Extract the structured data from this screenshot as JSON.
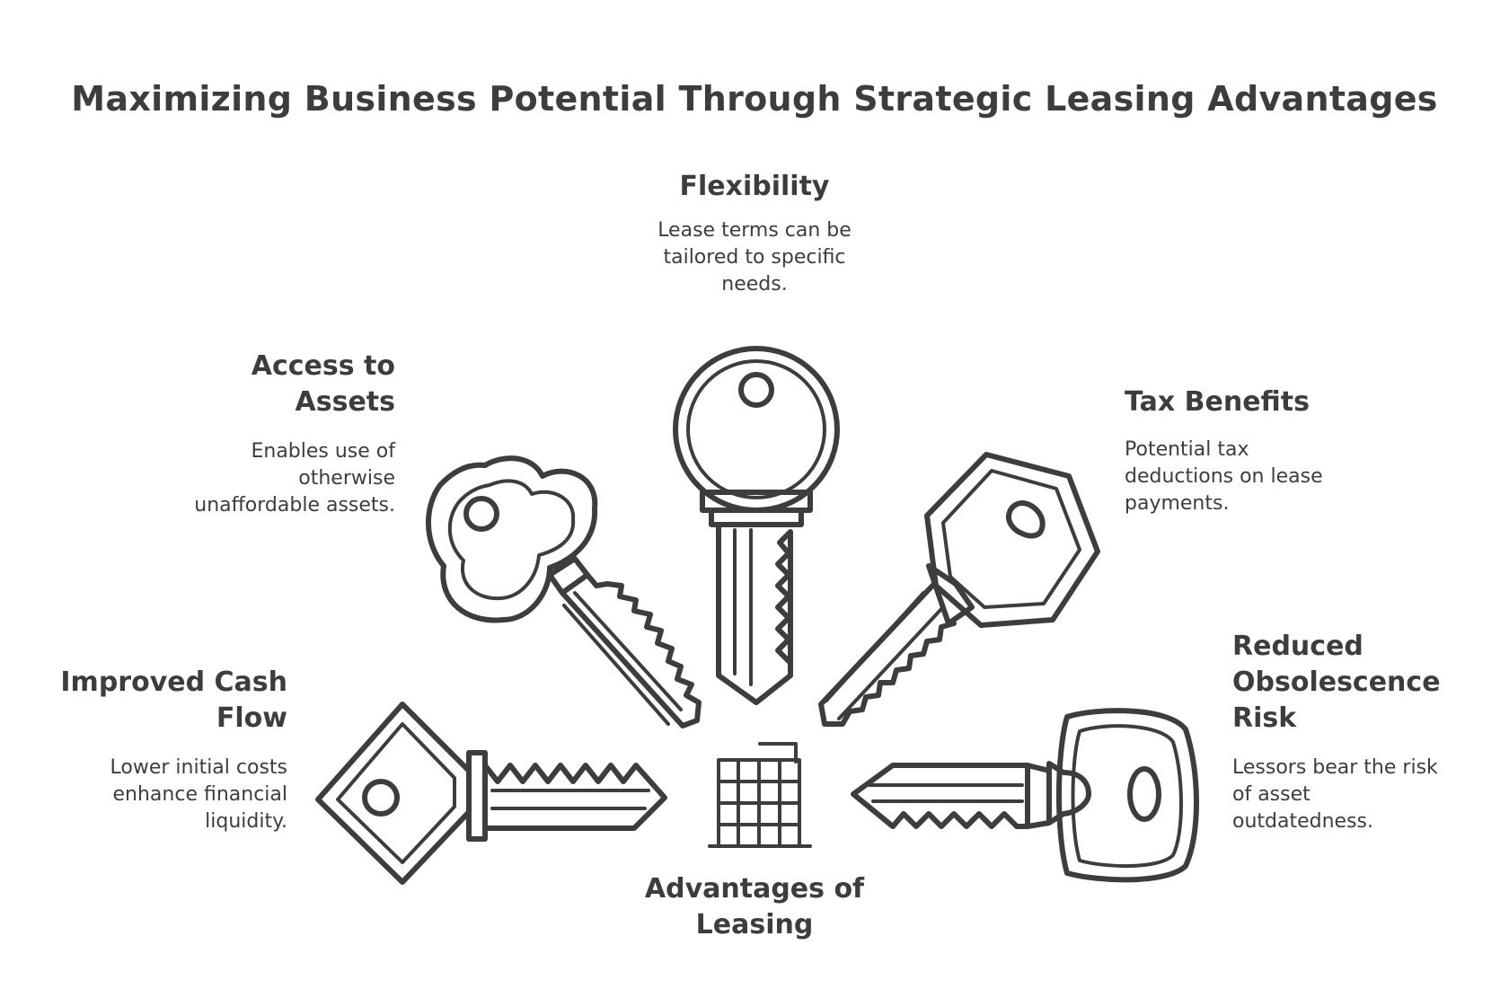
{
  "title": "Maximizing Business Potential Through Strategic Leasing Advantages",
  "center": {
    "label": "Advantages of\nLeasing",
    "icon": "office-building-icon"
  },
  "advantages": [
    {
      "id": "flexibility",
      "heading": "Flexibility",
      "description": "Lease terms can be\ntailored to specific\nneeds.",
      "icon": "key-round-head-icon"
    },
    {
      "id": "access-to-assets",
      "heading": "Access to\nAssets",
      "description": "Enables use of\notherwise\nunaffordable assets.",
      "icon": "key-clover-head-icon"
    },
    {
      "id": "tax-benefits",
      "heading": "Tax Benefits",
      "description": "Potential tax\ndeductions on lease\npayments.",
      "icon": "key-hexagon-head-icon"
    },
    {
      "id": "improved-cash-flow",
      "heading": "Improved Cash\nFlow",
      "description": "Lower initial costs\nenhance financial\nliquidity.",
      "icon": "key-diamond-head-icon"
    },
    {
      "id": "reduced-obsolescence-risk",
      "heading": "Reduced\nObsolescence\nRisk",
      "description": "Lessors bear the risk\nof asset\noutdatedness.",
      "icon": "key-square-head-icon"
    }
  ],
  "colors": {
    "ink": "#3d3d3d",
    "background": "#ffffff"
  }
}
